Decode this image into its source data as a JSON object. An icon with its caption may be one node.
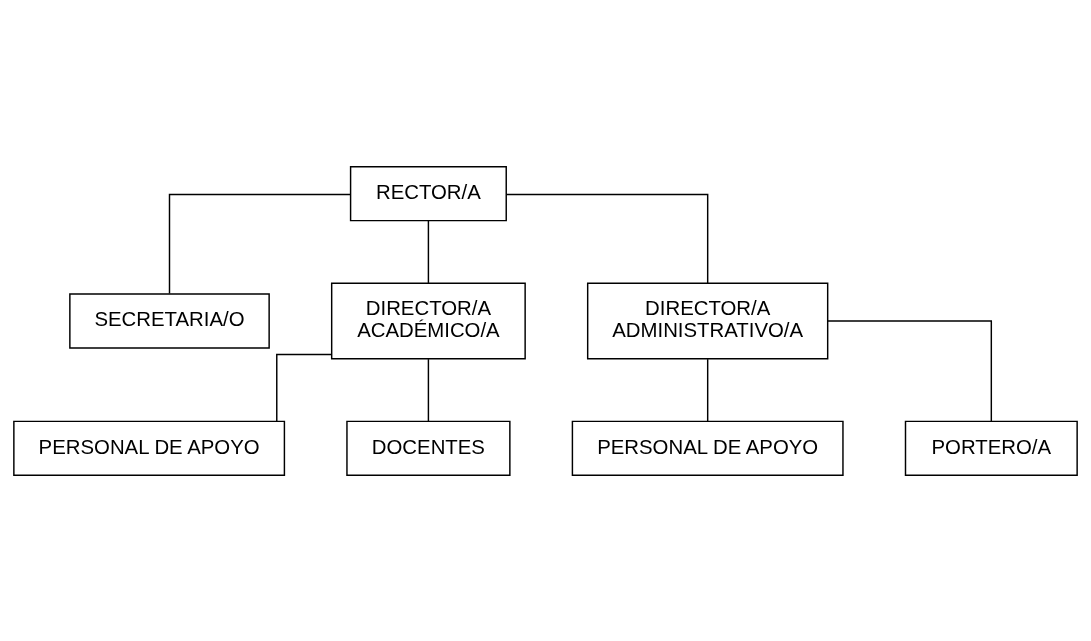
{
  "diagram": {
    "nodes": [
      {
        "text": [
          "RECTOR/A"
        ]
      },
      {
        "text": [
          "SECRETARIA/O"
        ]
      },
      {
        "text": [
          "DIRECTOR/A ACADÉMICO/A"
        ]
      },
      {
        "text": [
          "DIRECTOR/A ADMINISTRATIVO/A"
        ]
      },
      {
        "text": [
          "PERSONAL DE APOYO"
        ]
      },
      {
        "text": [
          "DOCENTES"
        ]
      },
      {
        "text": [
          "PERSONAL DE APOYO"
        ]
      },
      {
        "text": [
          "PORTERO/A"
        ]
      }
    ],
    "edges": [
      {
        "from": 0,
        "to": 1,
        "arrow": "none"
      },
      {
        "from": 0,
        "to": 2,
        "arrow": "none"
      },
      {
        "from": 0,
        "to": 3,
        "arrow": "none"
      },
      {
        "from": 2,
        "to": 4,
        "arrow": "none"
      },
      {
        "from": 2,
        "to": 5,
        "arrow": "none"
      },
      {
        "from": 3,
        "to": 6,
        "arrow": "none"
      },
      {
        "from": 3,
        "to": 7,
        "arrow": "none"
      }
    ]
  }
}
